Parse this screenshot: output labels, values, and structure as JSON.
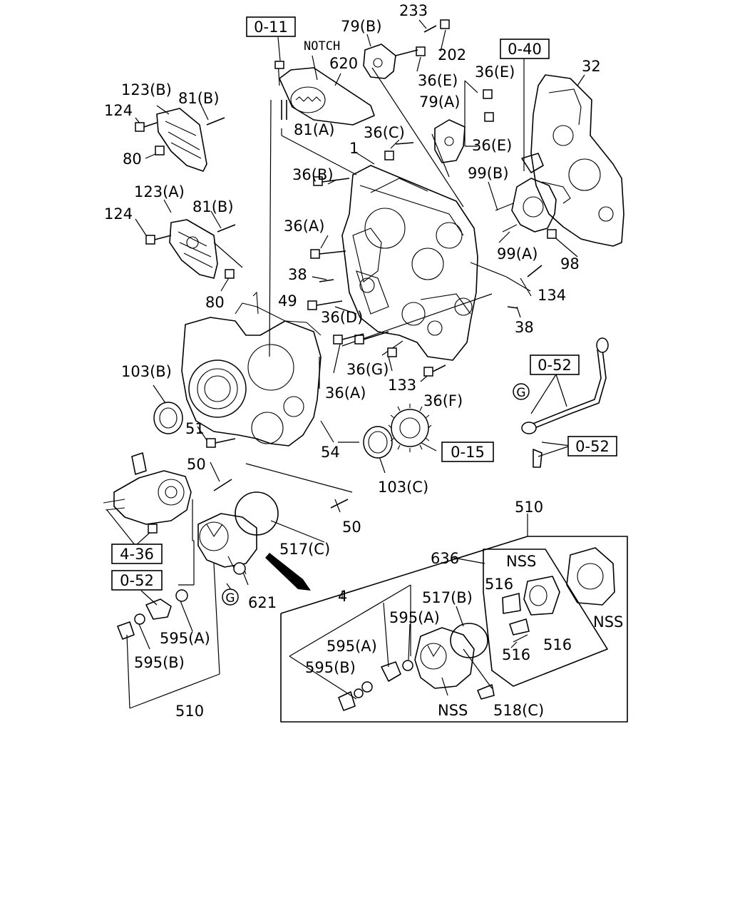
{
  "labels": {
    "l233": "233",
    "l79b": "79(B)",
    "l202": "202",
    "lnotch": "NOTCH",
    "l620": "620",
    "l36e_1": "36(E)",
    "l36e_2": "36(E)",
    "l36e_3": "36(E)",
    "l32": "32",
    "l123b": "123(B)",
    "l81b_1": "81(B)",
    "l124_1": "124",
    "l81a": "81(A)",
    "l80_1": "80",
    "l79a": "79(A)",
    "l36c": "36(C)",
    "l1": "1",
    "l36b": "36(B)",
    "l99b": "99(B)",
    "l123a": "123(A)",
    "l81b_2": "81(B)",
    "l124_2": "124",
    "l36a_1": "36(A)",
    "l99a": "99(A)",
    "l98": "98",
    "l38_1": "38",
    "l134": "134",
    "l49": "49",
    "l80_2": "80",
    "l36d": "36(D)",
    "l38_2": "38",
    "l103b": "103(B)",
    "l36g": "36(G)",
    "l133": "133",
    "l36a_2": "36(A)",
    "l36f": "36(F)",
    "lg_1": "G",
    "l51": "51",
    "l54": "54",
    "l50_1": "50",
    "l103c": "103(C)",
    "l50_2": "50",
    "l517c": "517(C)",
    "l510_top": "510",
    "l636": "636",
    "lnss_1": "NSS",
    "l516_1": "516",
    "l4": "4",
    "l517b": "517(B)",
    "lg_2": "G",
    "l621": "621",
    "l595a_1": "595(A)",
    "lnss_2": "NSS",
    "l595a_2": "595(A)",
    "l595a_3": "595(A)",
    "l516_2": "516",
    "l516_3": "516",
    "l595b_1": "595(B)",
    "l595b_2": "595(B)",
    "lnss_3": "NSS",
    "l518c": "518(C)",
    "l510_bottom": "510"
  },
  "refs": {
    "r011": "0-11",
    "r040": "0-40",
    "r052_1": "0-52",
    "r015": "0-15",
    "r052_2": "0-52",
    "r436": "4-36",
    "r052_3": "0-52"
  }
}
